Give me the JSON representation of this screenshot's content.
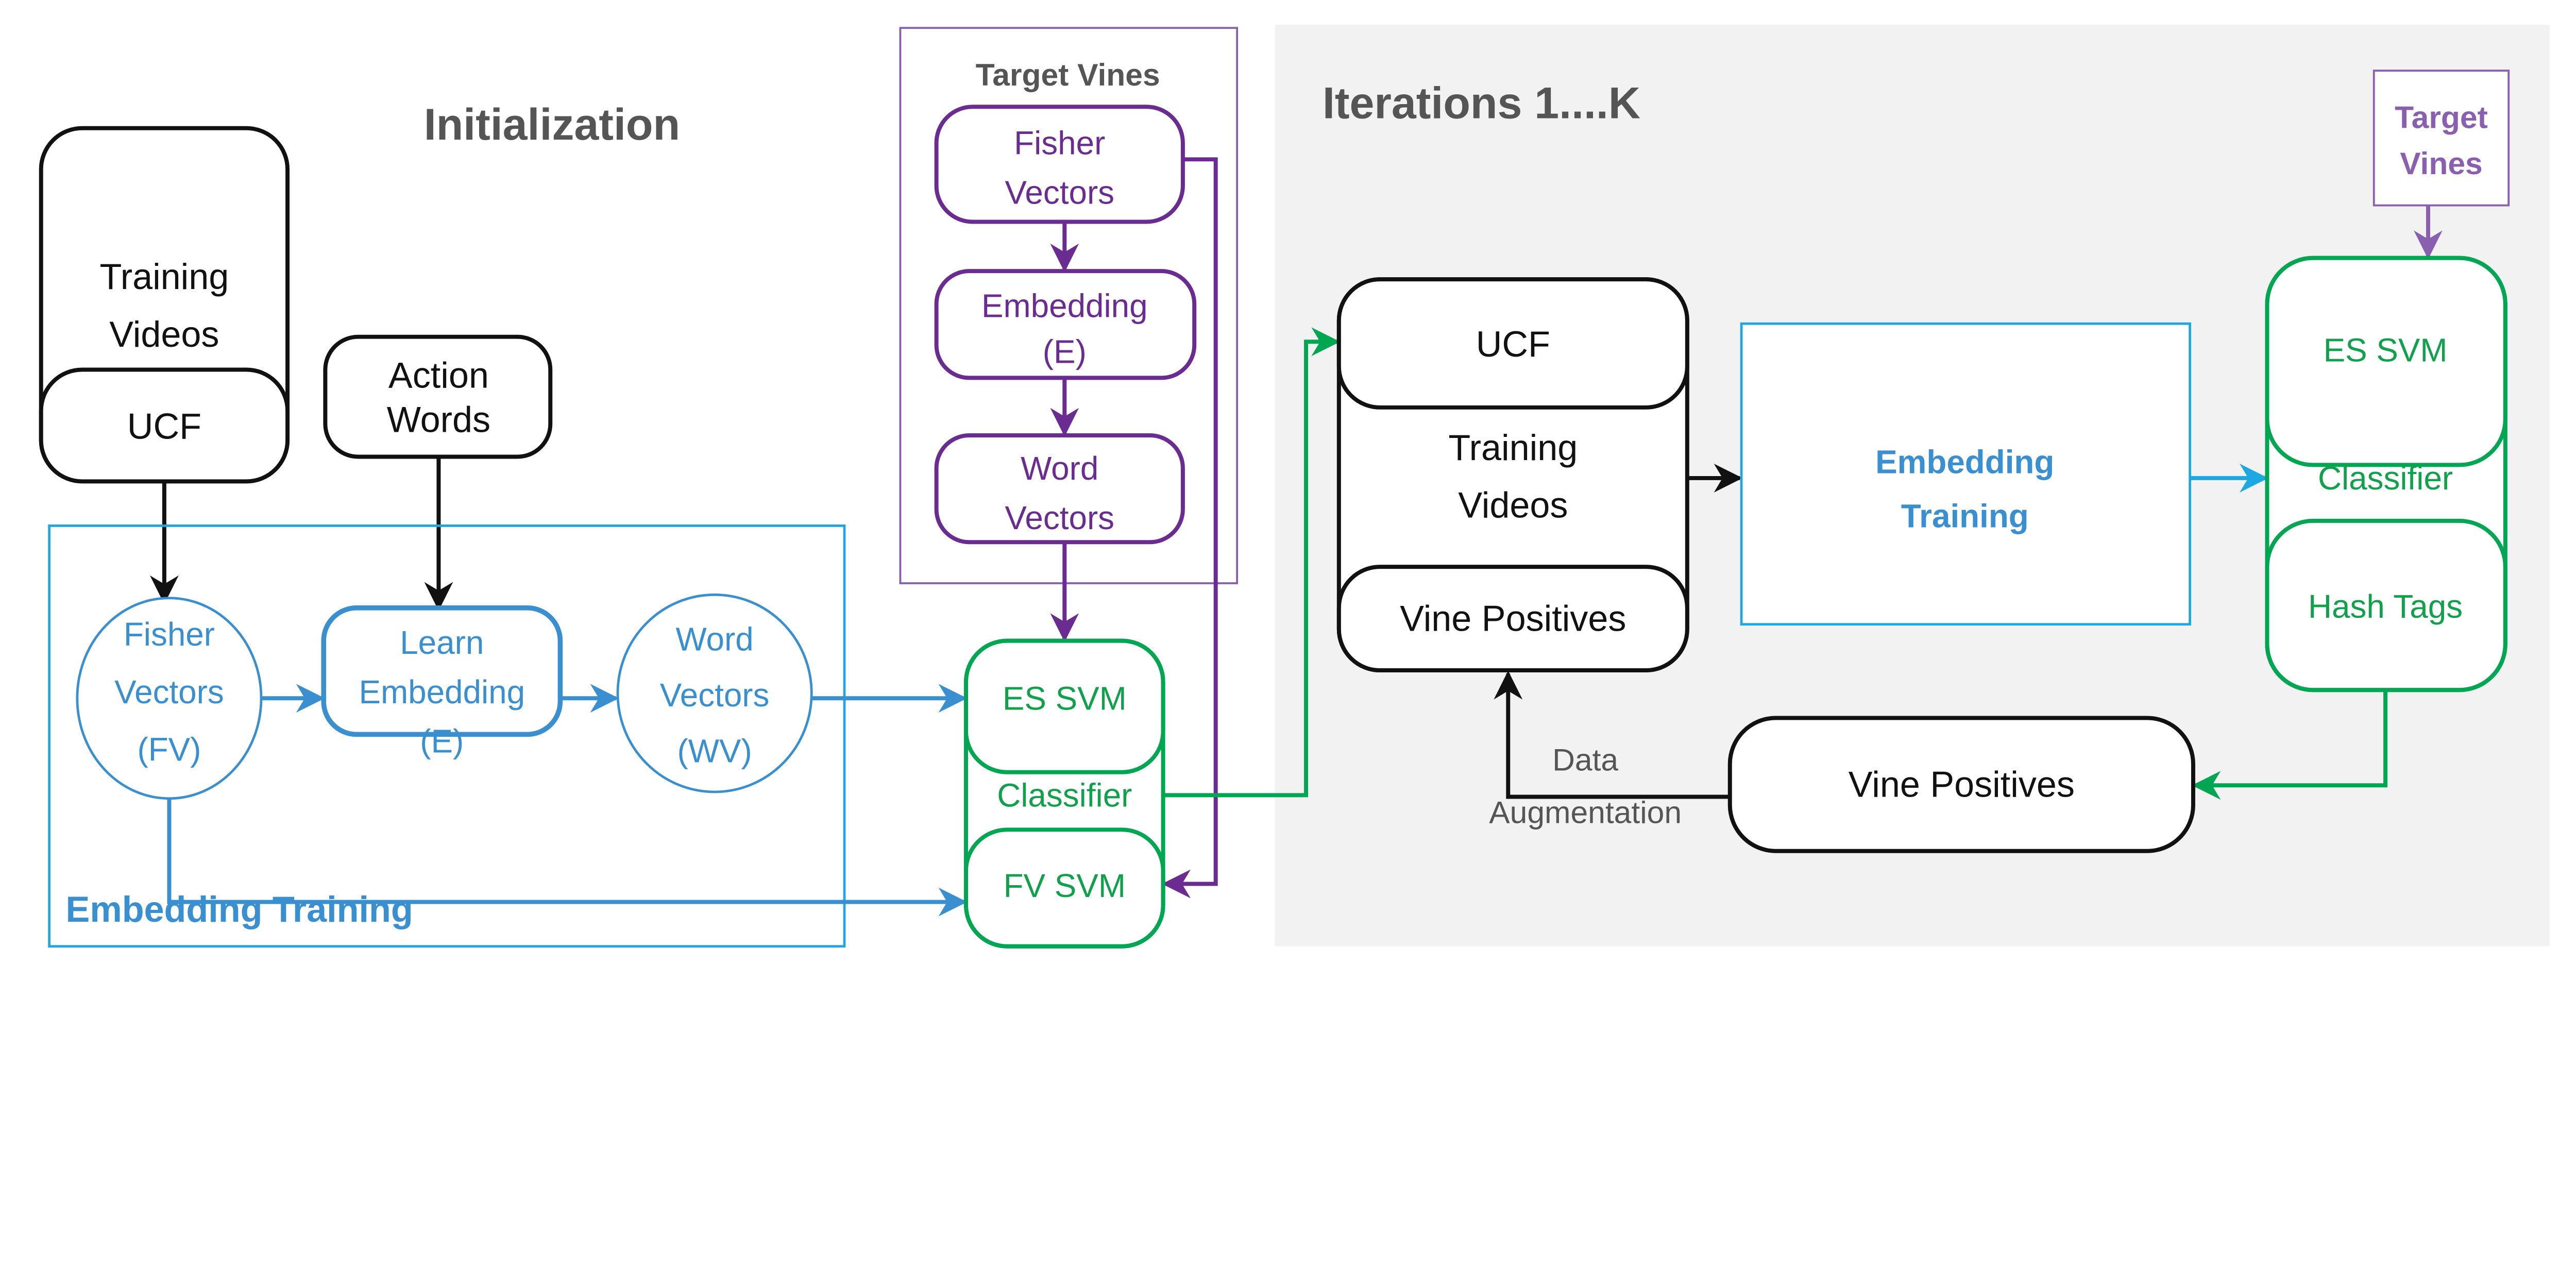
{
  "colors": {
    "black": "#111111",
    "blue": "#3a8fd0",
    "cyan": "#1ea7e1",
    "green": "#00a651",
    "purple": "#6a2c91",
    "light_purple": "#8a5fb0",
    "panel": "#f2f2f2",
    "gray_text": "#555555"
  },
  "initialization": {
    "title": "Initialization",
    "training_videos": {
      "line1": "Training",
      "line2": "Videos",
      "ucf": "UCF"
    },
    "action_words": {
      "line1": "Action",
      "line2": "Words"
    },
    "embedding_training": {
      "label": "Embedding Training",
      "fisher_vectors": {
        "line1": "Fisher",
        "line2": "Vectors",
        "line3": "(FV)"
      },
      "learn_embedding": {
        "line1": "Learn",
        "line2": "Embedding",
        "line3": "(E)"
      },
      "word_vectors": {
        "line1": "Word",
        "line2": "Vectors",
        "line3": "(WV)"
      }
    },
    "target_vines": {
      "title": "Target Vines",
      "fisher": {
        "line1": "Fisher",
        "line2": "Vectors"
      },
      "embedding": {
        "line1": "Embedding",
        "line2": "(E)"
      },
      "word": {
        "line1": "Word",
        "line2": "Vectors"
      }
    },
    "classifier": {
      "es_svm": "ES SVM",
      "label": "Classifier",
      "fv_svm": "FV SVM"
    }
  },
  "iterations": {
    "title": "Iterations 1....K",
    "data_group": {
      "ucf": "UCF",
      "line1": "Training",
      "line2": "Videos",
      "vine_positives": "Vine Positives"
    },
    "embedding_training": {
      "line1": "Embedding",
      "line2": "Training"
    },
    "target_vines": {
      "line1": "Target",
      "line2": "Vines"
    },
    "classifier": {
      "es_svm": "ES SVM",
      "label": "Classifier",
      "hash_tags": "Hash Tags"
    },
    "vine_positives": "Vine Positives",
    "augmentation": {
      "line1": "Data",
      "line2": "Augmentation"
    }
  }
}
